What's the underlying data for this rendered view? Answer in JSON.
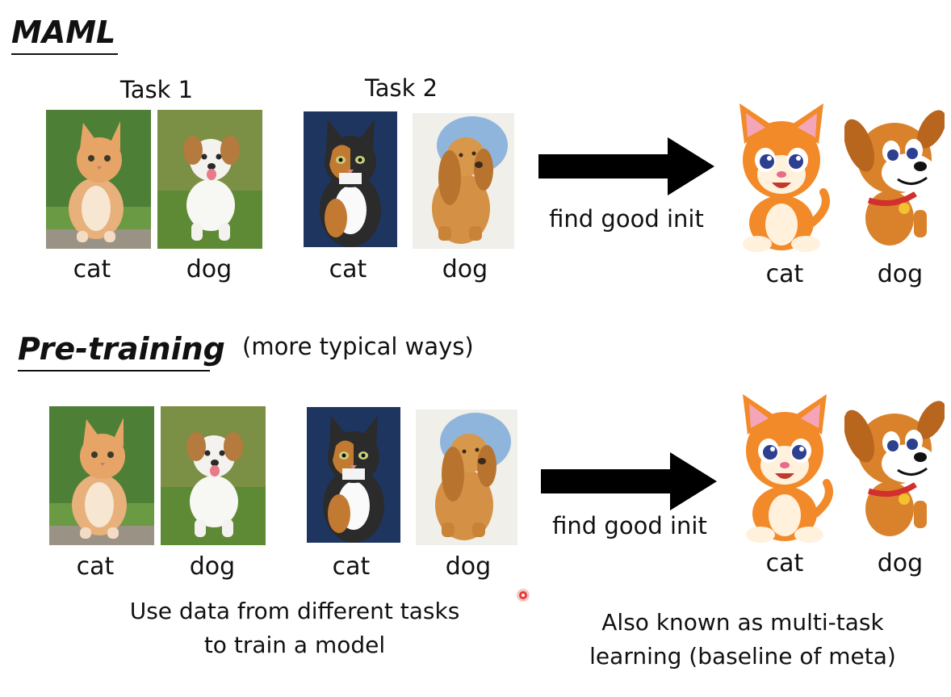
{
  "maml": {
    "heading": "MAML",
    "task1_label": "Task 1",
    "task2_label": "Task 2",
    "labels": [
      "cat",
      "dog",
      "cat",
      "dog"
    ],
    "arrow_label": "find good init",
    "result_labels": [
      "cat",
      "dog"
    ]
  },
  "pretraining": {
    "heading": "Pre-training",
    "subheading": "(more typical ways)",
    "labels": [
      "cat",
      "dog",
      "cat",
      "dog"
    ],
    "arrow_label": "find good init",
    "result_labels": [
      "cat",
      "dog"
    ],
    "caption_left": [
      "Use data from different tasks",
      "to train a model"
    ],
    "caption_right": [
      "Also known as multi-task",
      "learning (baseline of meta)"
    ]
  },
  "colors": {
    "grass": "#5f8f3a",
    "cartoon_cat": "#f28a2a",
    "cartoon_dog": "#d9822b",
    "laser_dot": "#e53935"
  },
  "icons": [
    "photo-cat",
    "photo-dog",
    "watercolor-cat",
    "watercolor-dog",
    "cartoon-cat",
    "cartoon-dog",
    "right-arrow"
  ]
}
